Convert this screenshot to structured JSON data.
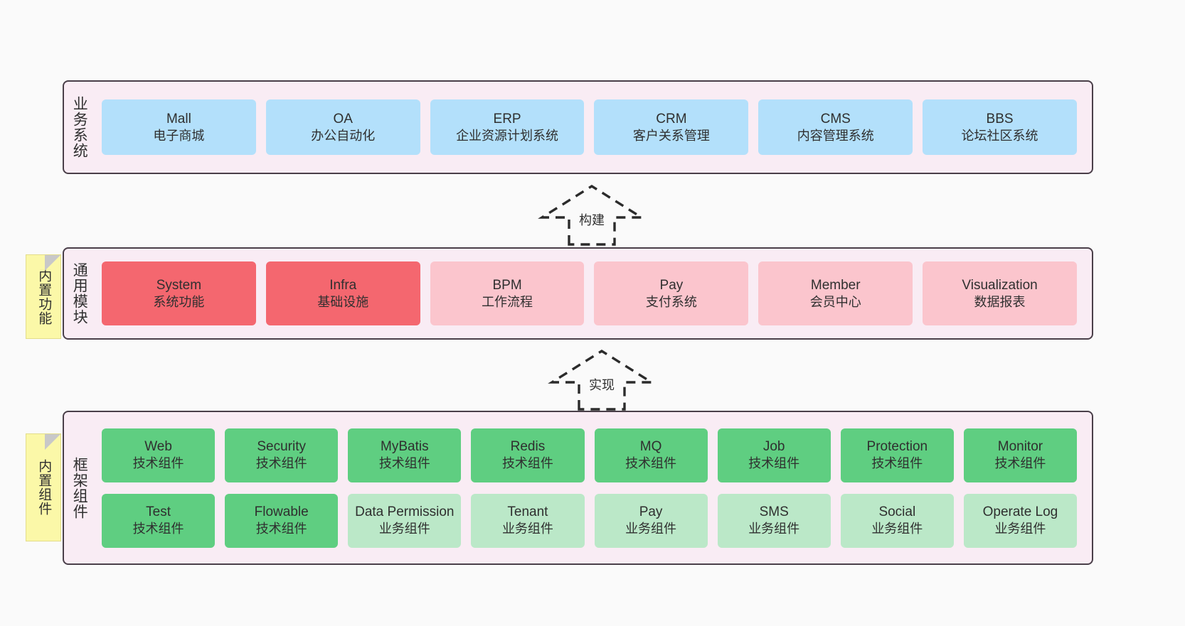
{
  "diagram": {
    "background_color": "#fafafa",
    "container_color": "#f9ecf4",
    "container_border_color": "#4a3f49",
    "note_color": "#fbf8a8"
  },
  "layers": [
    {
      "id": "business-system",
      "title": "业务系统",
      "note": null,
      "rows": [
        {
          "style": "biz",
          "items": [
            {
              "name": "Mall",
              "desc": "电子商城"
            },
            {
              "name": "OA",
              "desc": "办公自动化"
            },
            {
              "name": "ERP",
              "desc": "企业资源计划系统"
            },
            {
              "name": "CRM",
              "desc": "客户关系管理"
            },
            {
              "name": "CMS",
              "desc": "内容管理系统"
            },
            {
              "name": "BBS",
              "desc": "论坛社区系统"
            }
          ]
        }
      ]
    },
    {
      "id": "common-module",
      "title": "通用模块",
      "note": "内置功能",
      "rows": [
        {
          "style": "mod",
          "items": [
            {
              "name": "System",
              "desc": "系统功能",
              "highlight": true
            },
            {
              "name": "Infra",
              "desc": "基础设施",
              "highlight": true
            },
            {
              "name": "BPM",
              "desc": "工作流程",
              "highlight": false
            },
            {
              "name": "Pay",
              "desc": "支付系统",
              "highlight": false
            },
            {
              "name": "Member",
              "desc": "会员中心",
              "highlight": false
            },
            {
              "name": "Visualization",
              "desc": "数据报表",
              "highlight": false
            }
          ]
        }
      ]
    },
    {
      "id": "framework-component",
      "title": "框架组件",
      "note": "内置组件",
      "rows": [
        {
          "style": "tech",
          "items": [
            {
              "name": "Web",
              "desc": "技术组件"
            },
            {
              "name": "Security",
              "desc": "技术组件"
            },
            {
              "name": "MyBatis",
              "desc": "技术组件"
            },
            {
              "name": "Redis",
              "desc": "技术组件"
            },
            {
              "name": "MQ",
              "desc": "技术组件"
            },
            {
              "name": "Job",
              "desc": "技术组件"
            },
            {
              "name": "Protection",
              "desc": "技术组件"
            },
            {
              "name": "Monitor",
              "desc": "技术组件"
            }
          ]
        },
        {
          "style": "service",
          "items": [
            {
              "name": "Test",
              "desc": "技术组件"
            },
            {
              "name": "Flowable",
              "desc": "技术组件"
            },
            {
              "name": "Data Permission",
              "desc": "业务组件"
            },
            {
              "name": "Tenant",
              "desc": "业务组件"
            },
            {
              "name": "Pay",
              "desc": "业务组件"
            },
            {
              "name": "SMS",
              "desc": "业务组件"
            },
            {
              "name": "Social",
              "desc": "业务组件"
            },
            {
              "name": "Operate Log",
              "desc": "业务组件"
            }
          ]
        }
      ]
    }
  ],
  "connectors": [
    {
      "id": "build",
      "label": "构建"
    },
    {
      "id": "implement",
      "label": "实现"
    }
  ]
}
